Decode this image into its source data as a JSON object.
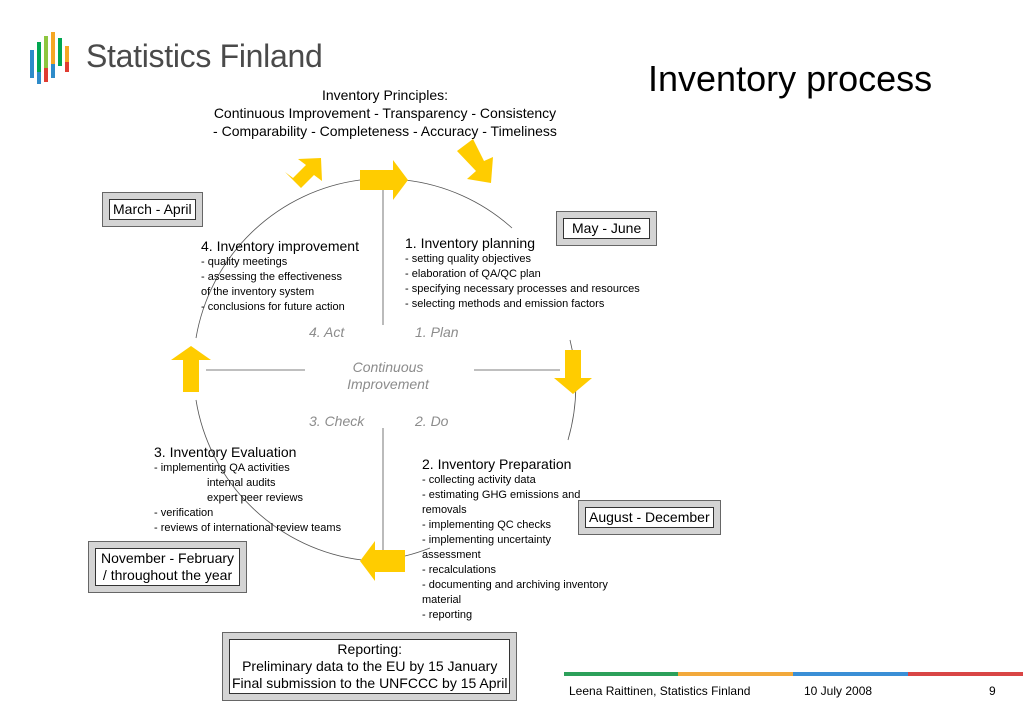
{
  "logo": {
    "text": "Statistics Finland",
    "colors": [
      "#00a651",
      "#f5a623",
      "#2e8bc9",
      "#e03c31",
      "#8dc63f"
    ]
  },
  "slide_title": "Inventory process",
  "principles": {
    "heading": "Inventory Principles:",
    "line1": "Continuous Improvement - Transparency - Consistency",
    "line2": "- Comparability - Completeness - Accuracy - Timeliness"
  },
  "periods": {
    "march_april": "March - April",
    "may_june": "May - June",
    "august_december": "August - December",
    "november_february_line1": "November - February",
    "november_february_line2": "/ throughout the year"
  },
  "phases": {
    "planning": {
      "title": "1. Inventory planning",
      "items": [
        "- setting quality objectives",
        "- elaboration of QA/QC plan",
        "- specifying necessary processes and resources",
        "- selecting methods and emission factors"
      ]
    },
    "preparation": {
      "title": "2. Inventory Preparation",
      "items": [
        "- collecting activity data",
        "- estimating GHG emissions and",
        "removals",
        "- implementing QC checks",
        "- implementing uncertainty",
        "assessment",
        "- recalculations",
        "- documenting and archiving inventory",
        "material",
        "- reporting"
      ]
    },
    "evaluation": {
      "title": "3. Inventory Evaluation",
      "items": [
        "- implementing QA activities",
        "internal audits",
        "expert peer reviews",
        "- verification",
        "- reviews of international review teams"
      ]
    },
    "improvement": {
      "title": "4. Inventory improvement",
      "items": [
        "- quality meetings",
        "- assessing the effectiveness",
        "of the inventory system",
        "- conclusions for future action"
      ]
    }
  },
  "cycle": {
    "plan": "1. Plan",
    "do": "2. Do",
    "check": "3. Check",
    "act": "4. Act",
    "center_line1": "Continuous",
    "center_line2": "Improvement"
  },
  "reporting": {
    "heading": "Reporting:",
    "line1": "Preliminary data to the EU by 15 January",
    "line2": "Final submission to the UNFCCC by 15 April"
  },
  "footer": {
    "author": "Leena Raittinen, Statistics Finland",
    "date": "10 July 2008",
    "page": "9"
  },
  "arrow_color": "#ffcc00",
  "footer_bar_colors": [
    "#2ca05a",
    "#f2a93b",
    "#3a8fd6",
    "#d94545"
  ]
}
